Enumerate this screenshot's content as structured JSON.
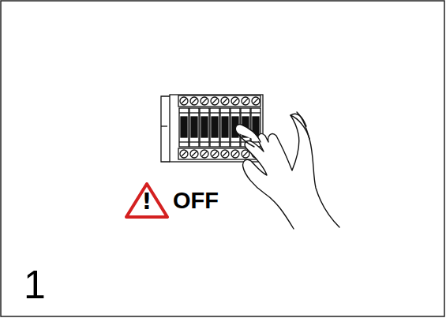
{
  "diagram": {
    "labels": [
      "!",
      "OFF",
      "1"
    ]
  }
}
